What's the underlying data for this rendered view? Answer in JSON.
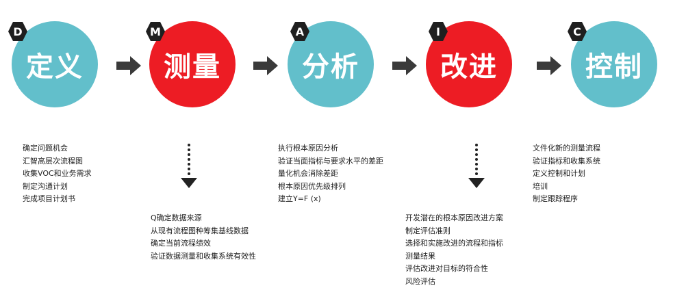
{
  "phases": [
    {
      "id": "define",
      "badge": "D",
      "title": "定义",
      "color": "#62bfcb",
      "steps": [
        "确定问题机会",
        "汇智高层次流程图",
        "收集VOC和业务需求",
        "制定沟通计划",
        "完成项目计划书"
      ]
    },
    {
      "id": "measure",
      "badge": "M",
      "title": "测量",
      "color": "#ed1c24",
      "steps": [
        "Q确定数据来源",
        "从现有流程图种筹集基线数据",
        "确定当前流程绩效",
        "验证数据测量和收集系统有效性"
      ]
    },
    {
      "id": "analyze",
      "badge": "A",
      "title": "分析",
      "color": "#62bfcb",
      "steps": [
        "执行根本原因分析",
        "验证当面指标与要求水平的差距",
        "量化机会消除差距",
        "根本原因优先级排列",
        "建立Y=F (x)"
      ]
    },
    {
      "id": "improve",
      "badge": "I",
      "title": "改进",
      "color": "#ed1c24",
      "steps": [
        "开发潜在的根本原因改进方案",
        "制定评估准则",
        "选择和实施改进的流程和指标",
        "测量结果",
        "评估改进对目标的符合性",
        "风险评估"
      ]
    },
    {
      "id": "control",
      "badge": "C",
      "title": "控制",
      "color": "#62bfcb",
      "steps": [
        "文件化新的测量流程",
        "验证指标和收集系统",
        "定义控制和计划",
        "培训",
        "制定跟踪程序"
      ]
    }
  ],
  "arrow_color": "#3a3a3a",
  "badge_color": "#1f1f1f"
}
